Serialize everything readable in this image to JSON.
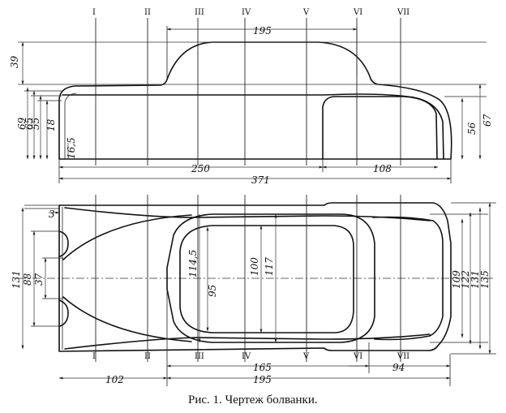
{
  "caption": "Рис. 1. Чертеж болванки.",
  "sections": [
    "I",
    "II",
    "III",
    "IV",
    "V",
    "VI",
    "VII"
  ],
  "side_view": {
    "dims": {
      "top_length": "195",
      "overall_height": "39",
      "h69": "69",
      "h65": "65",
      "h55": "55",
      "h18": "18",
      "h16_5": "16,5",
      "rear_56": "56",
      "rear_67": "67",
      "length_250": "250",
      "length_108": "108",
      "length_371": "371"
    }
  },
  "plan_view": {
    "dims": {
      "nose_3": "3",
      "w131_left": "131",
      "w88": "88",
      "w37": "37",
      "w114_5": "114,5",
      "w95": "95",
      "w100": "100",
      "w117": "117",
      "w109": "109",
      "w122": "122",
      "w131_right": "131",
      "w135": "135",
      "l165": "165",
      "l94": "94",
      "l102": "102",
      "l195": "195"
    }
  }
}
